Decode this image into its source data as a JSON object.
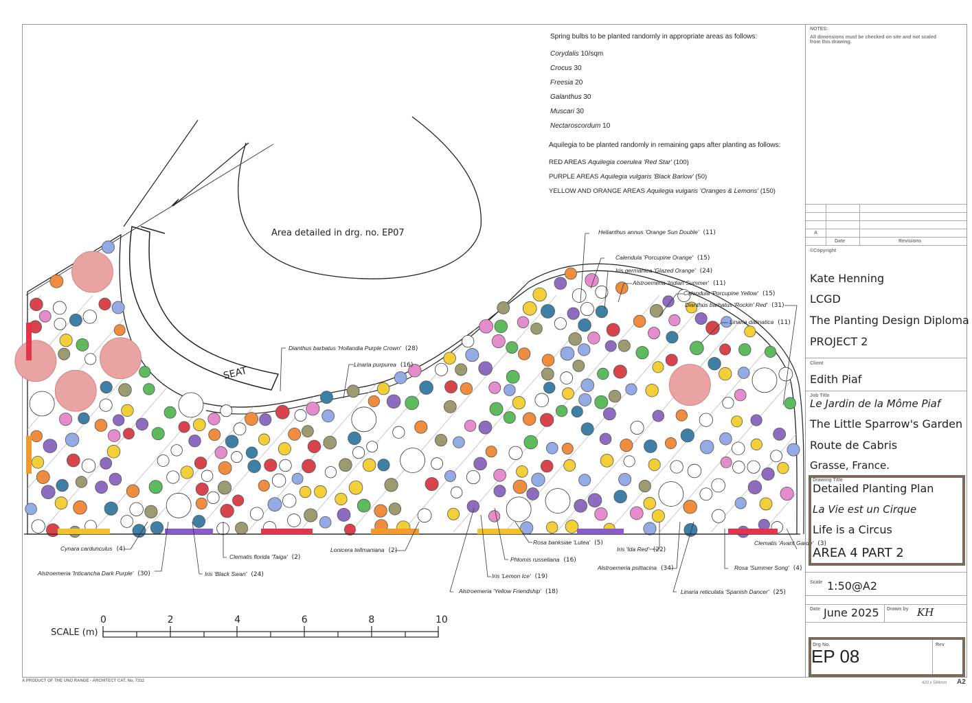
{
  "drawing": {
    "area_label": "Area detailed in drg. no. EP07",
    "seat_label": "SEAT",
    "scale_label": "SCALE (m)",
    "scale_ticks": [
      "0",
      "2",
      "4",
      "6",
      "8",
      "10"
    ],
    "footer_left": "A PRODUCT OF THE UNO RANGE - ARCHITECT CAT. No. 7312",
    "footer_right": "420 x 594mm",
    "paper_size": "A2"
  },
  "notes": {
    "bulbs_heading": "Spring bulbs to be planted randomly in appropriate areas as follows:",
    "bulbs": [
      {
        "name": "Corydalis",
        "qty": "10/sqm"
      },
      {
        "name": "Crocus",
        "qty": "30"
      },
      {
        "name": "Freesia",
        "qty": "20"
      },
      {
        "name": "Galanthus",
        "qty": "30"
      },
      {
        "name": "Muscari",
        "qty": "30"
      },
      {
        "name": "Nectaroscordum",
        "qty": "10"
      }
    ],
    "aquilegia_heading": "Aquilegia to be planted randomly in remaining gaps after planting as follows:",
    "aquilegia": [
      {
        "area": "RED AREAS",
        "plant": "Aquilegia coerulea 'Red Star'",
        "qty": "(100)"
      },
      {
        "area": "PURPLE AREAS",
        "plant": "Aquilegia vulgaris 'Black Barlow'",
        "qty": "(50)"
      },
      {
        "area": "YELLOW AND ORANGE AREAS",
        "plant": "Aquilegia vulgaris 'Oranges & Lemons'",
        "qty": "(150)"
      }
    ]
  },
  "plant_labels": [
    {
      "name": "Helianthus annus 'Orange Sun Double'",
      "qty": "(11)"
    },
    {
      "name": "Calendula 'Porcupine Orange'",
      "qty": "(15)"
    },
    {
      "name": "Iris germanica 'Glazed Orange'",
      "qty": "(24)"
    },
    {
      "name": "Alstroemeria 'Indian Summer'",
      "qty": "(11)"
    },
    {
      "name": "Calendula 'Porcupine Yellow'",
      "qty": "(15)"
    },
    {
      "name": "Dianthus barbatus 'Rockin' Red'",
      "qty": "(31)"
    },
    {
      "name": "Linaria dalmatica",
      "qty": "(11)"
    },
    {
      "name": "Dianthus barbatus 'Hollandia Purple Crown'",
      "qty": "(28)"
    },
    {
      "name": "Linaria purpurea",
      "qty": "(16)"
    },
    {
      "name": "Cynara cardunculus",
      "qty": "(4)"
    },
    {
      "name": "Alstroemeria 'Inticancha Dark Purple'",
      "qty": "(30)"
    },
    {
      "name": "Clematis florida 'Taiga'",
      "qty": "(2)"
    },
    {
      "name": "Iris 'Black Swan'",
      "qty": "(24)"
    },
    {
      "name": "Lonicera tellmaniana",
      "qty": "(2)"
    },
    {
      "name": "Rosa banksiae 'Lutea'",
      "qty": "(5)"
    },
    {
      "name": "Phlomis russeliana",
      "qty": "(16)"
    },
    {
      "name": "Iris 'Lemon Ice'",
      "qty": "(19)"
    },
    {
      "name": "Alstroemeria 'Yellow Friendship'",
      "qty": "(18)"
    },
    {
      "name": "Iris 'Ida Red'",
      "qty": "(22)"
    },
    {
      "name": "Alstroemeria psittacina",
      "qty": "(34)"
    },
    {
      "name": "Linaria reticulata 'Spanish Dancer'",
      "qty": "(25)"
    },
    {
      "name": "Rosa 'Summer Song'",
      "qty": "(4)"
    },
    {
      "name": "Clematis 'Avant Garde'",
      "qty": "(3)"
    }
  ],
  "title_block": {
    "notes_label": "NOTES:",
    "notes_text": "All dimensions must be checked on site and not scaled from this drawing.",
    "revision_letter": "A",
    "date_col": "Date",
    "revisions_col": "Revisions",
    "copyright": "©Copyright",
    "designer": "Kate Henning",
    "org": "LCGD",
    "course": "The Planting Design Diploma",
    "project": "PROJECT 2",
    "client_label": "Client",
    "client": "Edith Piaf",
    "job_title_label": "Job Title",
    "job_title": "Le Jardin de la Môme Piaf",
    "job_subtitle": "The Little Sparrow's Garden",
    "address1": "Route de Cabris",
    "address2": "Grasse, France.",
    "drawing_title_label": "Drawing Title",
    "drawing_title": "Detailed Planting Plan",
    "drawing_subtitle_fr": "La Vie est un Cirque",
    "drawing_subtitle_en": "Life is a Circus",
    "area": "AREA 4 PART 2",
    "scale_label": "Scale",
    "scale": "1:50@A2",
    "date_label": "Date",
    "date": "June 2025",
    "drawn_by_label": "Drawn by",
    "drawn_by": "KH",
    "drg_no_label": "Drg No.",
    "drg_no": "EP 08",
    "rev_label": "Rev"
  },
  "colors": {
    "red": "#d8434c",
    "orange": "#ef8c3e",
    "pink": "#e58ccc",
    "purple": "#8d6cc0",
    "blue": "#3e7fa6",
    "green": "#5dbb5e",
    "yellow": "#f2cf38",
    "olive": "#9b9a70",
    "lightblue": "#93aae4",
    "rose": "#e9a3a3",
    "frame": "#7a6a5c"
  }
}
